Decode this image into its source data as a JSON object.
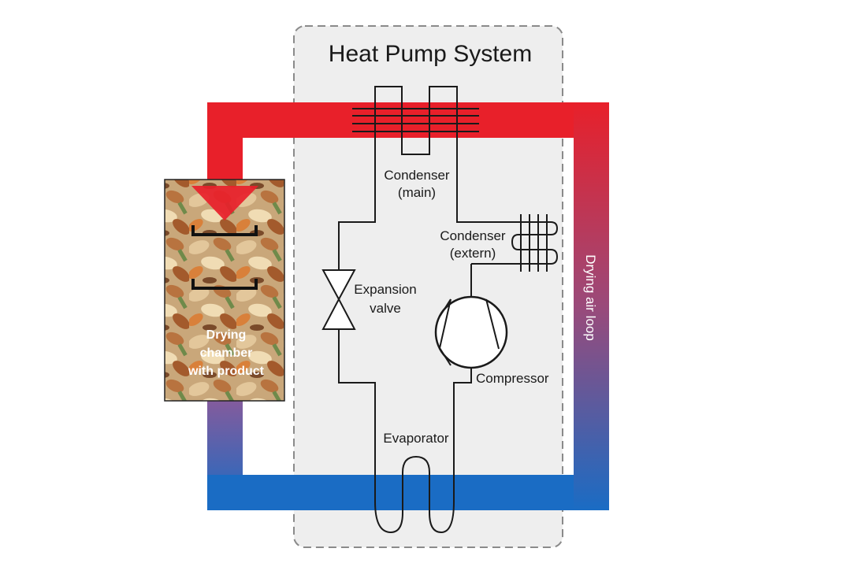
{
  "title": "Heat Pump System",
  "components": {
    "condenser_main": [
      "Condenser",
      "(main)"
    ],
    "condenser_extern": [
      "Condenser",
      "(extern)"
    ],
    "expansion_valve": [
      "Expansion",
      "valve"
    ],
    "compressor": "Compressor",
    "evaporator": "Evaporator",
    "drying_chamber": [
      "Drying",
      "chamber",
      "with product"
    ]
  },
  "loop_label": "Drying air loop",
  "colors": {
    "hot_air": "#e8202a",
    "cold_air": "#1a6cc4",
    "system_box_fill": "#eeeeee",
    "system_box_border": "#8a8a8a",
    "refrigerant_line": "#1a1a1a"
  }
}
